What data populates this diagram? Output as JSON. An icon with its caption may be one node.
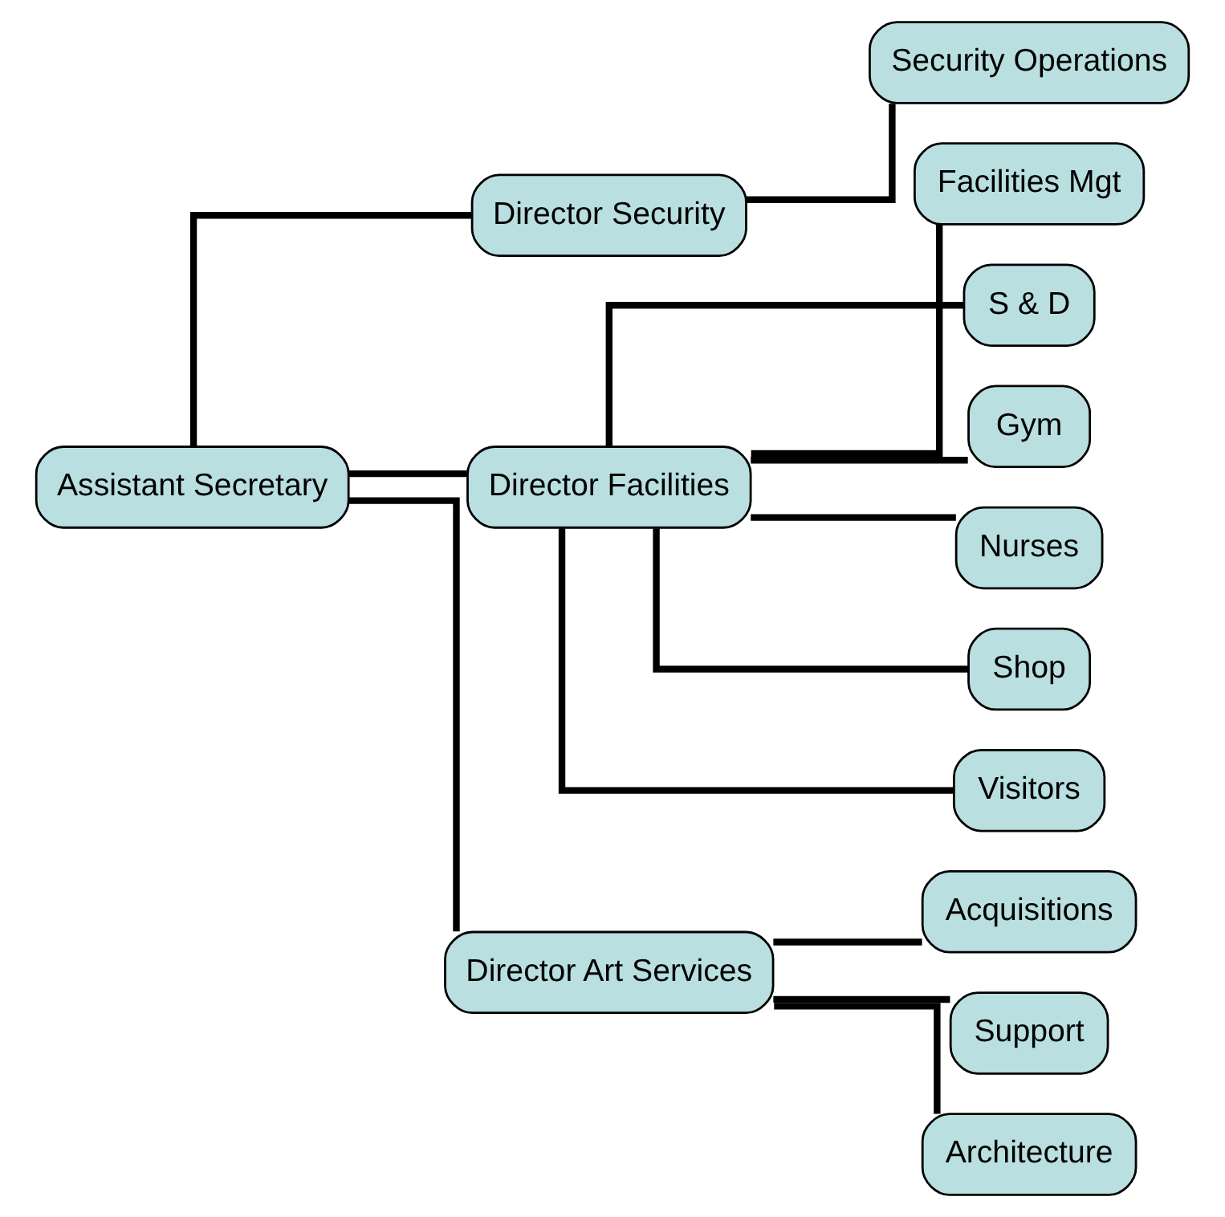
{
  "diagram": {
    "nodes": [
      {
        "text": [
          "Assistant Secretary"
        ]
      },
      {
        "text": [
          "Director Security"
        ]
      },
      {
        "text": [
          "Director Facilities"
        ]
      },
      {
        "text": [
          "Director Art Services"
        ]
      },
      {
        "text": [
          "Security Operations"
        ]
      },
      {
        "text": [
          "Facilities Mgt"
        ]
      },
      {
        "text": [
          "S & D"
        ]
      },
      {
        "text": [
          "Gym"
        ]
      },
      {
        "text": [
          "Nurses"
        ]
      },
      {
        "text": [
          "Shop"
        ]
      },
      {
        "text": [
          "Visitors"
        ]
      },
      {
        "text": [
          "Acquisitions"
        ]
      },
      {
        "text": [
          "Support"
        ]
      },
      {
        "text": [
          "Architecture"
        ]
      }
    ],
    "edges": [
      {
        "from": 0,
        "to": 1,
        "arrow": "none"
      },
      {
        "from": 0,
        "to": 2,
        "arrow": "none"
      },
      {
        "from": 0,
        "to": 3,
        "arrow": "none"
      },
      {
        "from": 1,
        "to": 4,
        "arrow": "none"
      },
      {
        "from": 2,
        "to": 5,
        "arrow": "none"
      },
      {
        "from": 2,
        "to": 6,
        "arrow": "none"
      },
      {
        "from": 2,
        "to": 7,
        "arrow": "none"
      },
      {
        "from": 2,
        "to": 8,
        "arrow": "none"
      },
      {
        "from": 2,
        "to": 9,
        "arrow": "none"
      },
      {
        "from": 2,
        "to": 10,
        "arrow": "none"
      },
      {
        "from": 3,
        "to": 11,
        "arrow": "none"
      },
      {
        "from": 3,
        "to": 12,
        "arrow": "none"
      },
      {
        "from": 3,
        "to": 13,
        "arrow": "none"
      }
    ]
  }
}
